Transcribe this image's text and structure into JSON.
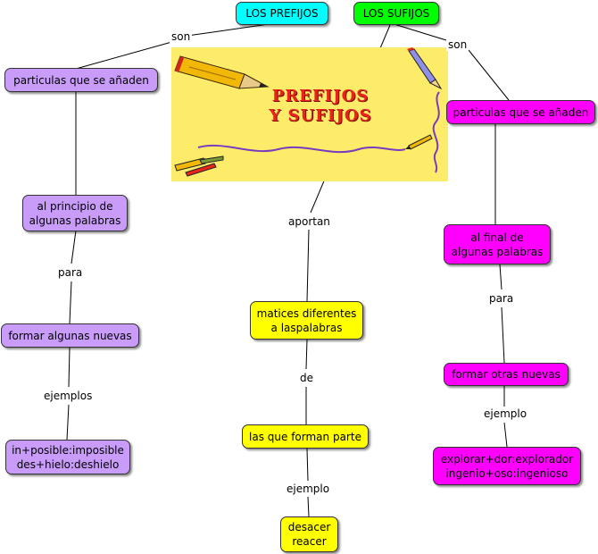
{
  "banner": {
    "title_line1": "PREFIJOS",
    "title_line2": "Y SUFIJOS"
  },
  "nodes": {
    "prefijos": "LOS PREFIJOS",
    "sufijos": "LOS SUFIJOS",
    "pref_particulas": "particulas que se añaden",
    "pref_principio_1": "al principio de",
    "pref_principio_2": "algunas palabras",
    "pref_formar": "formar algunas nuevas",
    "pref_ejemplo_1": "in+posible:imposible",
    "pref_ejemplo_2": "des+hielo:deshielo",
    "mid_matices_1": "matices diferentes",
    "mid_matices_2": "a laspalabras",
    "mid_forman": "las que forman parte",
    "mid_ejemplo_1": "desacer",
    "mid_ejemplo_2": "reacer",
    "suf_particulas": "particulas que se añaden",
    "suf_final_1": "al final de",
    "suf_final_2": "algunas palabras",
    "suf_formar": "formar otras nuevas",
    "suf_ejemplo_1": "explorar+dor:explorador",
    "suf_ejemplo_2": "ingenio+oso:ingenioso"
  },
  "links": {
    "son_left": "son",
    "son_right": "son",
    "aportan": "aportan",
    "para_left": "para",
    "para_right": "para",
    "ejemplos_left": "ejemplos",
    "de_mid": "de",
    "ejemplo_mid": "ejemplo",
    "ejemplo_right": "ejemplo"
  },
  "colors": {
    "prefijos": "#00ffff",
    "sufijos": "#00ff00",
    "prefix_branch": "#c89cf8",
    "suffix_branch": "#ff00ff",
    "middle_branch": "#ffff00",
    "banner_background": "#fdec6a",
    "banner_title": "#e8241d"
  }
}
